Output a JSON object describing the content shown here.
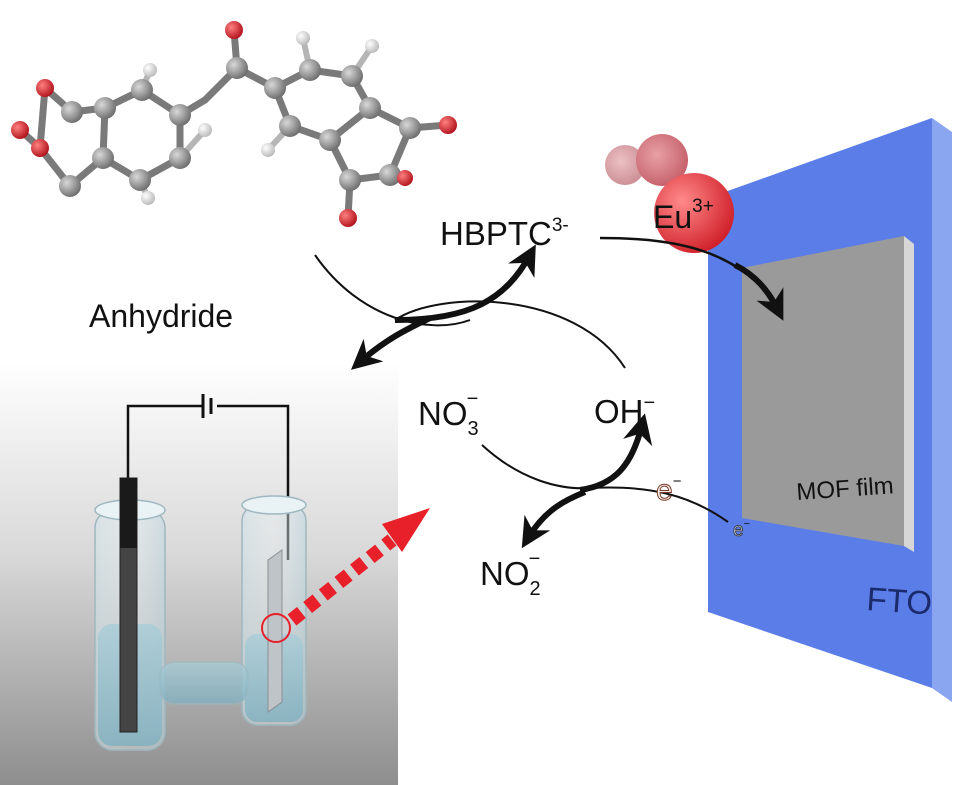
{
  "labels": {
    "hbptc": "HBPTC",
    "hbptc_sup": "3-",
    "anhydride": "Anhydride",
    "eu": "Eu",
    "eu_sup": "3+",
    "no3": "NO",
    "no3_sub": "3",
    "no3_sup": "−",
    "no2": "NO",
    "no2_sub": "2",
    "no2_sup": "−",
    "oh": "OH",
    "oh_sup": "−",
    "electron": "e",
    "electron_sup": "−",
    "mof_film": "MOF film",
    "fto": "FTO"
  },
  "colors": {
    "fto_blue": "#5b7de8",
    "fto_side": "#8aa6f0",
    "mof_gray": "#9a9a9a",
    "eu_red": "#e8303a",
    "oxygen_red": "#d81e2a",
    "carbon_gray": "#8c8c8c",
    "hydrogen_white": "#f2f2f2",
    "arrow_red": "#e8202a"
  }
}
